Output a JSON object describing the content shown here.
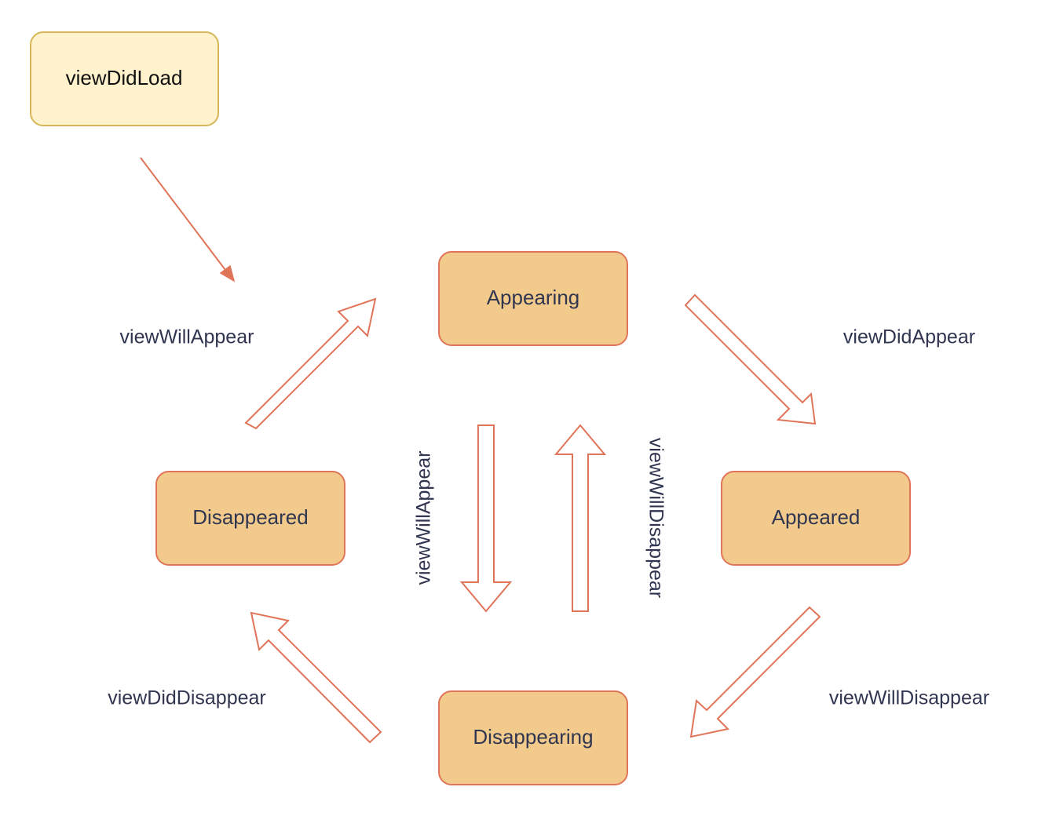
{
  "colors": {
    "start_fill": "#fff2cc",
    "start_stroke": "#d6b656",
    "state_fill": "#f2cb8c",
    "state_stroke": "#e07458",
    "arrow_stroke": "#e07458",
    "text": "#303550"
  },
  "nodes": {
    "start": "viewDidLoad",
    "appearing": "Appearing",
    "appeared": "Appeared",
    "disappearing": "Disappearing",
    "disappeared": "Disappeared"
  },
  "edges": {
    "disappeared_to_appearing": "viewWillAppear",
    "appearing_to_appeared": "viewDidAppear",
    "appeared_to_disappearing": "viewWillDisappear",
    "disappearing_to_disappeared": "viewDidDisappear",
    "appearing_to_disappearing": "viewWillAppear",
    "disappearing_to_appearing": "viewWillDisappear"
  }
}
